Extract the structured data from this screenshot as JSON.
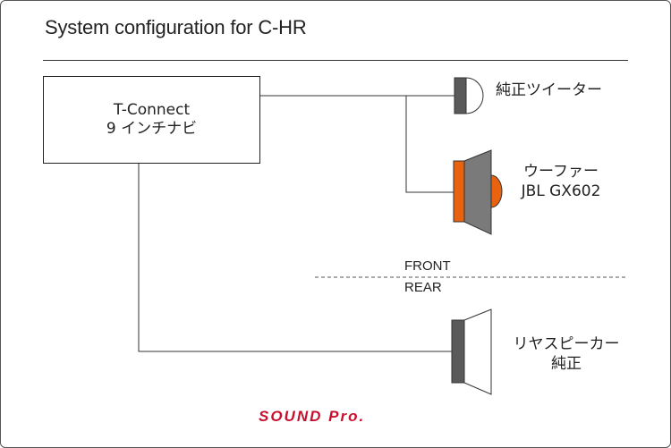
{
  "title": "System configuration for C-HR",
  "head_unit": {
    "line1": "T-Connect",
    "line2": "9 インチナビ"
  },
  "tweeter": {
    "label": "純正ツイーター"
  },
  "woofer": {
    "line1": "ウーファー",
    "line2": "JBL GX602"
  },
  "zones": {
    "front": "FRONT",
    "rear": "REAR"
  },
  "rear_speaker": {
    "line1": "リヤスピーカー",
    "line2": "純正"
  },
  "logo": "SOUND Pro.",
  "colors": {
    "line": "#333333",
    "speaker_gray": "#7a7a7a",
    "speaker_dark": "#5a5a5a",
    "woofer_orange": "#e8620f",
    "logo_red": "#c8102e"
  }
}
